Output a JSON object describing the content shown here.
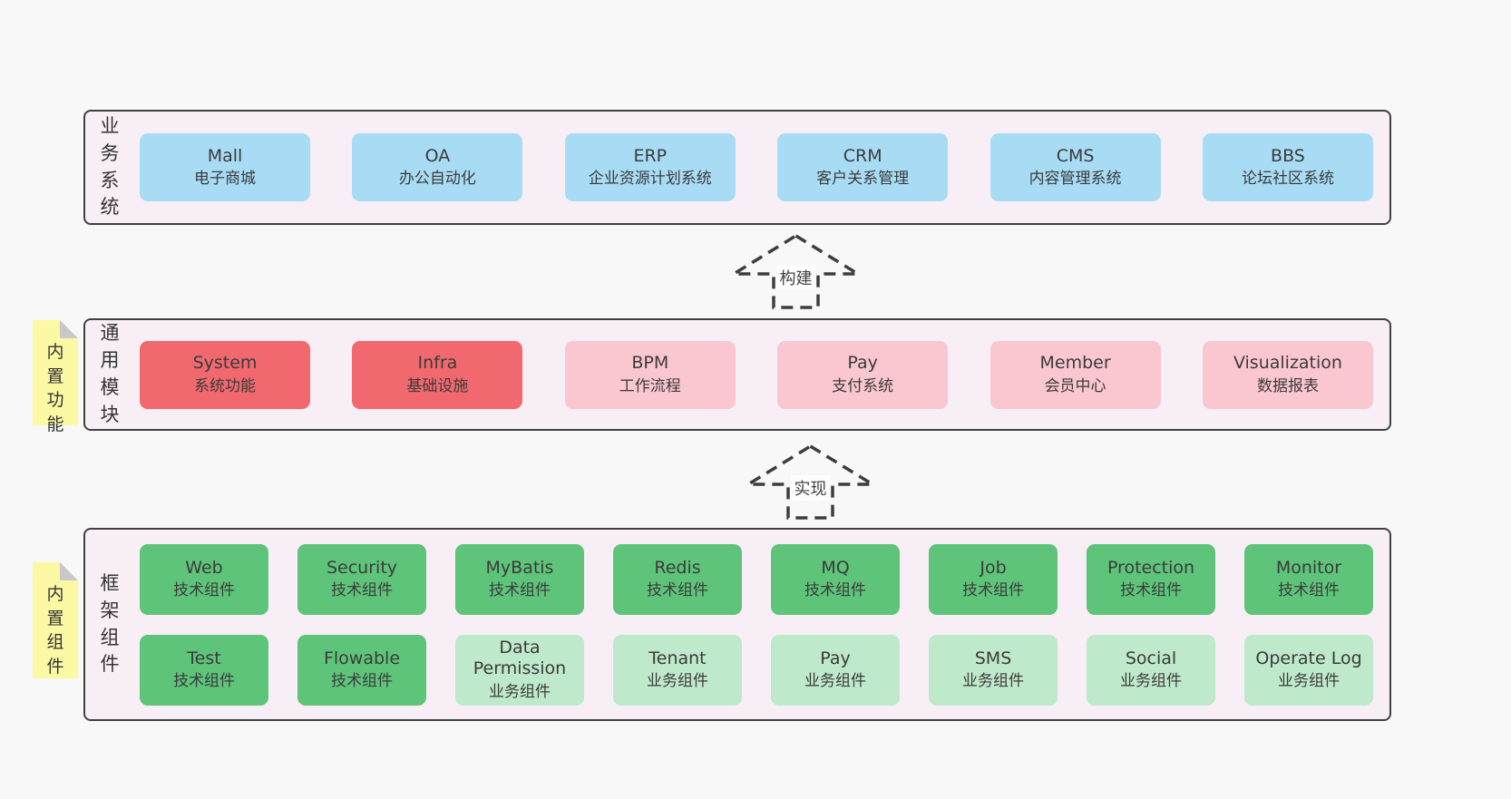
{
  "page": {
    "background": "#f8f8f8"
  },
  "colors": {
    "container_fill": "#f8eef6",
    "container_border": "#404040",
    "blue": "#a8dcf4",
    "red": "#f1696e",
    "pink": "#fac6d0",
    "green": "#5ec47a",
    "light_green": "#bee9ca",
    "note_yellow": "#fcf9a4",
    "note_fold": "#c8c8c8",
    "text": "#3b3b3b"
  },
  "arrows": [
    {
      "label": "构建"
    },
    {
      "label": "实现"
    }
  ],
  "layers": {
    "business": {
      "label": "业务系统",
      "boxes": [
        {
          "en": "Mall",
          "zh": "电子商城"
        },
        {
          "en": "OA",
          "zh": "办公自动化"
        },
        {
          "en": "ERP",
          "zh": "企业资源计划系统"
        },
        {
          "en": "CRM",
          "zh": "客户关系管理"
        },
        {
          "en": "CMS",
          "zh": "内容管理系统"
        },
        {
          "en": "BBS",
          "zh": "论坛社区系统"
        }
      ]
    },
    "modules": {
      "label": "通用模块",
      "note": "内置功能",
      "boxes": [
        {
          "en": "System",
          "zh": "系统功能",
          "variant": "red"
        },
        {
          "en": "Infra",
          "zh": "基础设施",
          "variant": "red"
        },
        {
          "en": "BPM",
          "zh": "工作流程",
          "variant": "pink"
        },
        {
          "en": "Pay",
          "zh": "支付系统",
          "variant": "pink"
        },
        {
          "en": "Member",
          "zh": "会员中心",
          "variant": "pink"
        },
        {
          "en": "Visualization",
          "zh": "数据报表",
          "variant": "pink"
        }
      ]
    },
    "components": {
      "label": "框架组件",
      "note": "内置组件",
      "row1": [
        {
          "en": "Web",
          "zh": "技术组件",
          "variant": "green"
        },
        {
          "en": "Security",
          "zh": "技术组件",
          "variant": "green"
        },
        {
          "en": "MyBatis",
          "zh": "技术组件",
          "variant": "green"
        },
        {
          "en": "Redis",
          "zh": "技术组件",
          "variant": "green"
        },
        {
          "en": "MQ",
          "zh": "技术组件",
          "variant": "green"
        },
        {
          "en": "Job",
          "zh": "技术组件",
          "variant": "green"
        },
        {
          "en": "Protection",
          "zh": "技术组件",
          "variant": "green"
        },
        {
          "en": "Monitor",
          "zh": "技术组件",
          "variant": "green"
        }
      ],
      "row2": [
        {
          "en": "Test",
          "zh": "技术组件",
          "variant": "green"
        },
        {
          "en": "Flowable",
          "zh": "技术组件",
          "variant": "green"
        },
        {
          "en": "Data Permission",
          "zh": "业务组件",
          "variant": "light"
        },
        {
          "en": "Tenant",
          "zh": "业务组件",
          "variant": "light"
        },
        {
          "en": "Pay",
          "zh": "业务组件",
          "variant": "light"
        },
        {
          "en": "SMS",
          "zh": "业务组件",
          "variant": "light"
        },
        {
          "en": "Social",
          "zh": "业务组件",
          "variant": "light"
        },
        {
          "en": "Operate Log",
          "zh": "业务组件",
          "variant": "light"
        }
      ]
    }
  }
}
